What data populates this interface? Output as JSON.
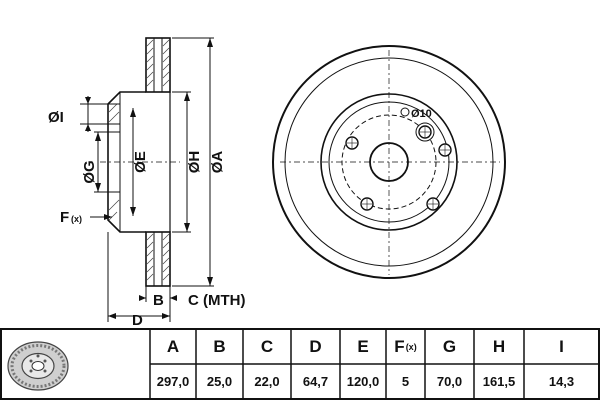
{
  "drawing": {
    "labels": {
      "dim_I": "ØI",
      "dim_G": "ØG",
      "dim_E": "ØE",
      "dim_H": "ØH",
      "dim_A": "ØA",
      "dim_F": "F",
      "dim_F_suffix": "(x)",
      "dim_B": "B",
      "dim_C": "C (MTH)",
      "dim_D": "D",
      "hole_label": "Ø10"
    }
  },
  "specs": {
    "headers": [
      "A",
      "B",
      "C",
      "D",
      "E",
      "F",
      "G",
      "H",
      "I"
    ],
    "header_suffixes": [
      "",
      "",
      "",
      "",
      "",
      "(x)",
      "",
      "",
      ""
    ],
    "values": [
      "297,0",
      "25,0",
      "22,0",
      "64,7",
      "120,0",
      "5",
      "70,0",
      "161,5",
      "14,3"
    ]
  }
}
